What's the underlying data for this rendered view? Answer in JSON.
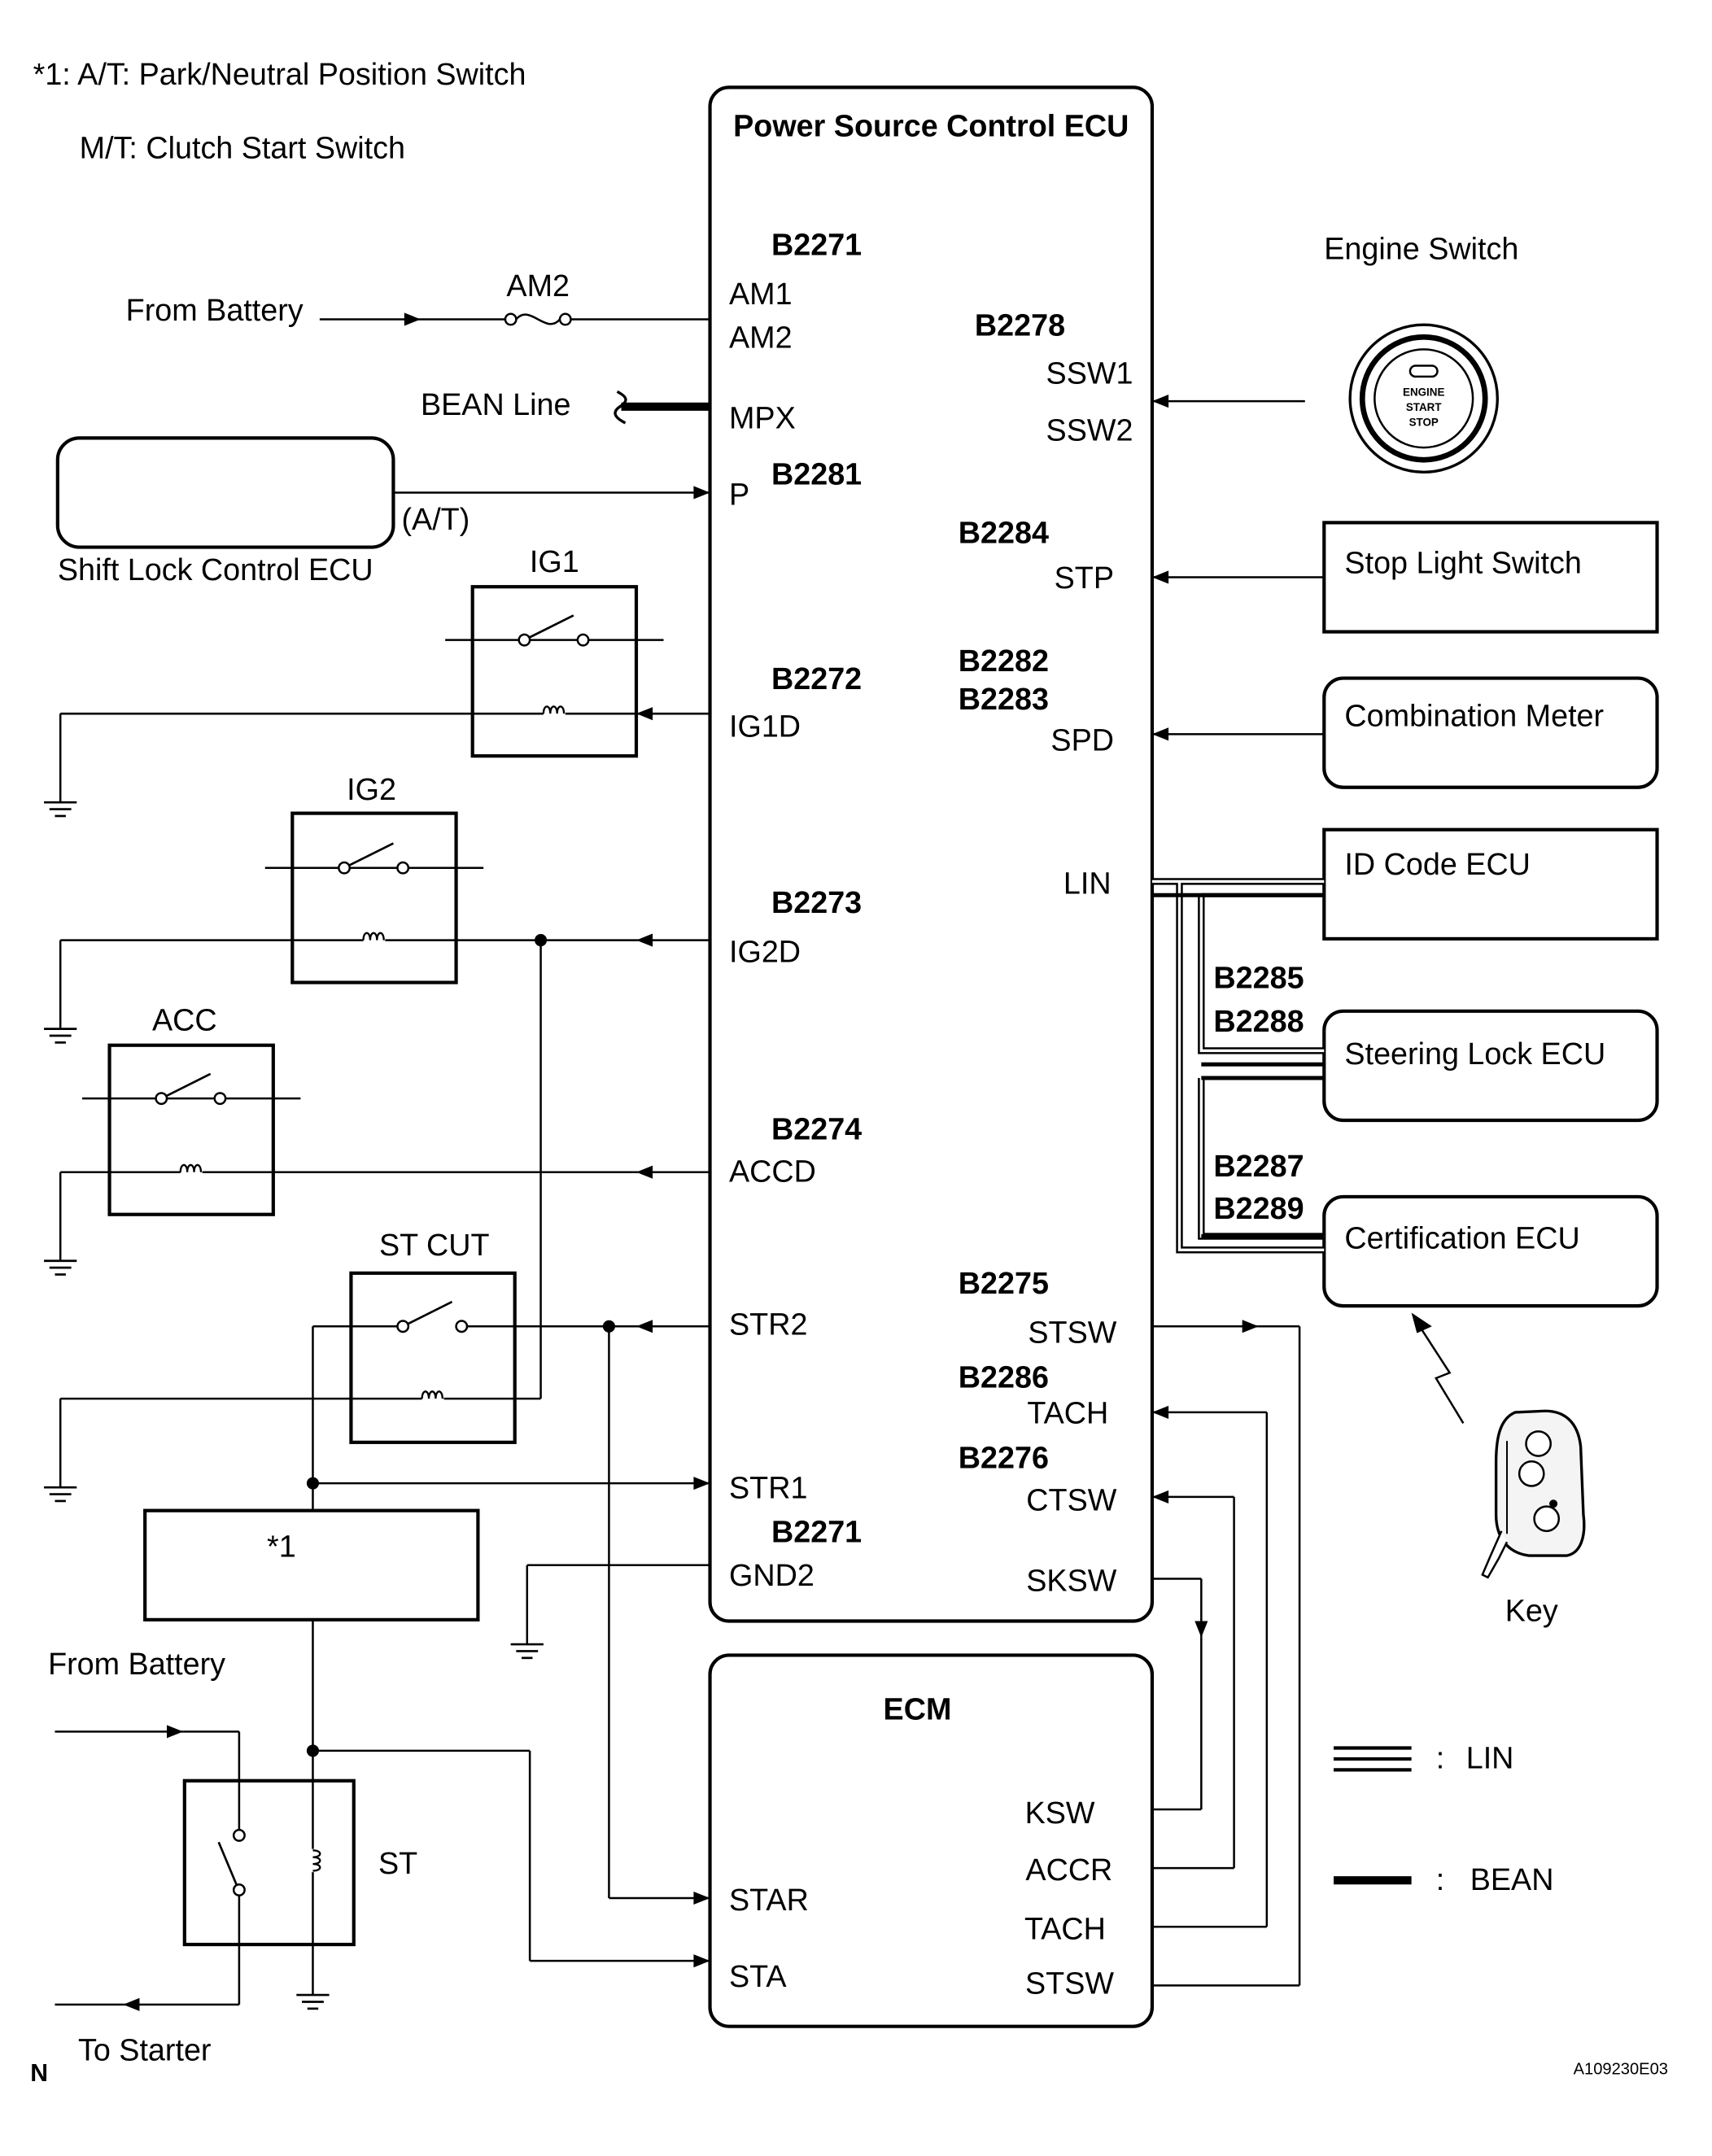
{
  "notes": {
    "note1": "*1: A/T: Park/Neutral Position Switch",
    "note2": "M/T: Clutch Start Switch"
  },
  "power_ecu": {
    "title": "Power Source Control ECU",
    "left_codes": [
      "B2271",
      "B2281",
      "B2272",
      "B2273",
      "B2274",
      "B2271"
    ],
    "left_terms": [
      "AM1",
      "AM2",
      "MPX",
      "P",
      "IG1D",
      "IG2D",
      "ACCD",
      "STR2",
      "STR1",
      "GND2"
    ],
    "right_codes": [
      "B2278",
      "B2284",
      "B2282",
      "B2283",
      "B2275",
      "B2286",
      "B2276"
    ],
    "right_terms": [
      "SSW1",
      "SSW2",
      "STP",
      "SPD",
      "LIN",
      "STSW",
      "TACH",
      "CTSW",
      "SKSW"
    ]
  },
  "left_side": {
    "from_battery_top": "From Battery",
    "fuse": "AM2",
    "bean_line": "BEAN Line",
    "shift_lock": "Shift Lock Control ECU",
    "at": "(A/T)",
    "relays": [
      "IG1",
      "IG2",
      "ACC",
      "ST CUT"
    ],
    "star_ref": "*1",
    "from_battery_bottom": "From Battery",
    "st": "ST",
    "to_starter": "To Starter"
  },
  "ecm": {
    "title": "ECM",
    "left_terms": [
      "STAR",
      "STA"
    ],
    "right_terms": [
      "KSW",
      "ACCR",
      "TACH",
      "STSW"
    ]
  },
  "right_side": {
    "engine_switch": "Engine Switch",
    "button": [
      "ENGINE",
      "START",
      "STOP"
    ],
    "stop_light": "Stop Light Switch",
    "combination_meter": "Combination Meter",
    "id_code_ecu": "ID Code ECU",
    "codes_a": [
      "B2285",
      "B2288"
    ],
    "steering_lock": "Steering Lock ECU",
    "codes_b": [
      "B2287",
      "B2289"
    ],
    "certification": "Certification ECU",
    "key": "Key"
  },
  "legend": {
    "colon": ":",
    "lin": "LIN",
    "bean": "BEAN"
  },
  "footer": {
    "north": "N",
    "id": "A109230E03"
  }
}
